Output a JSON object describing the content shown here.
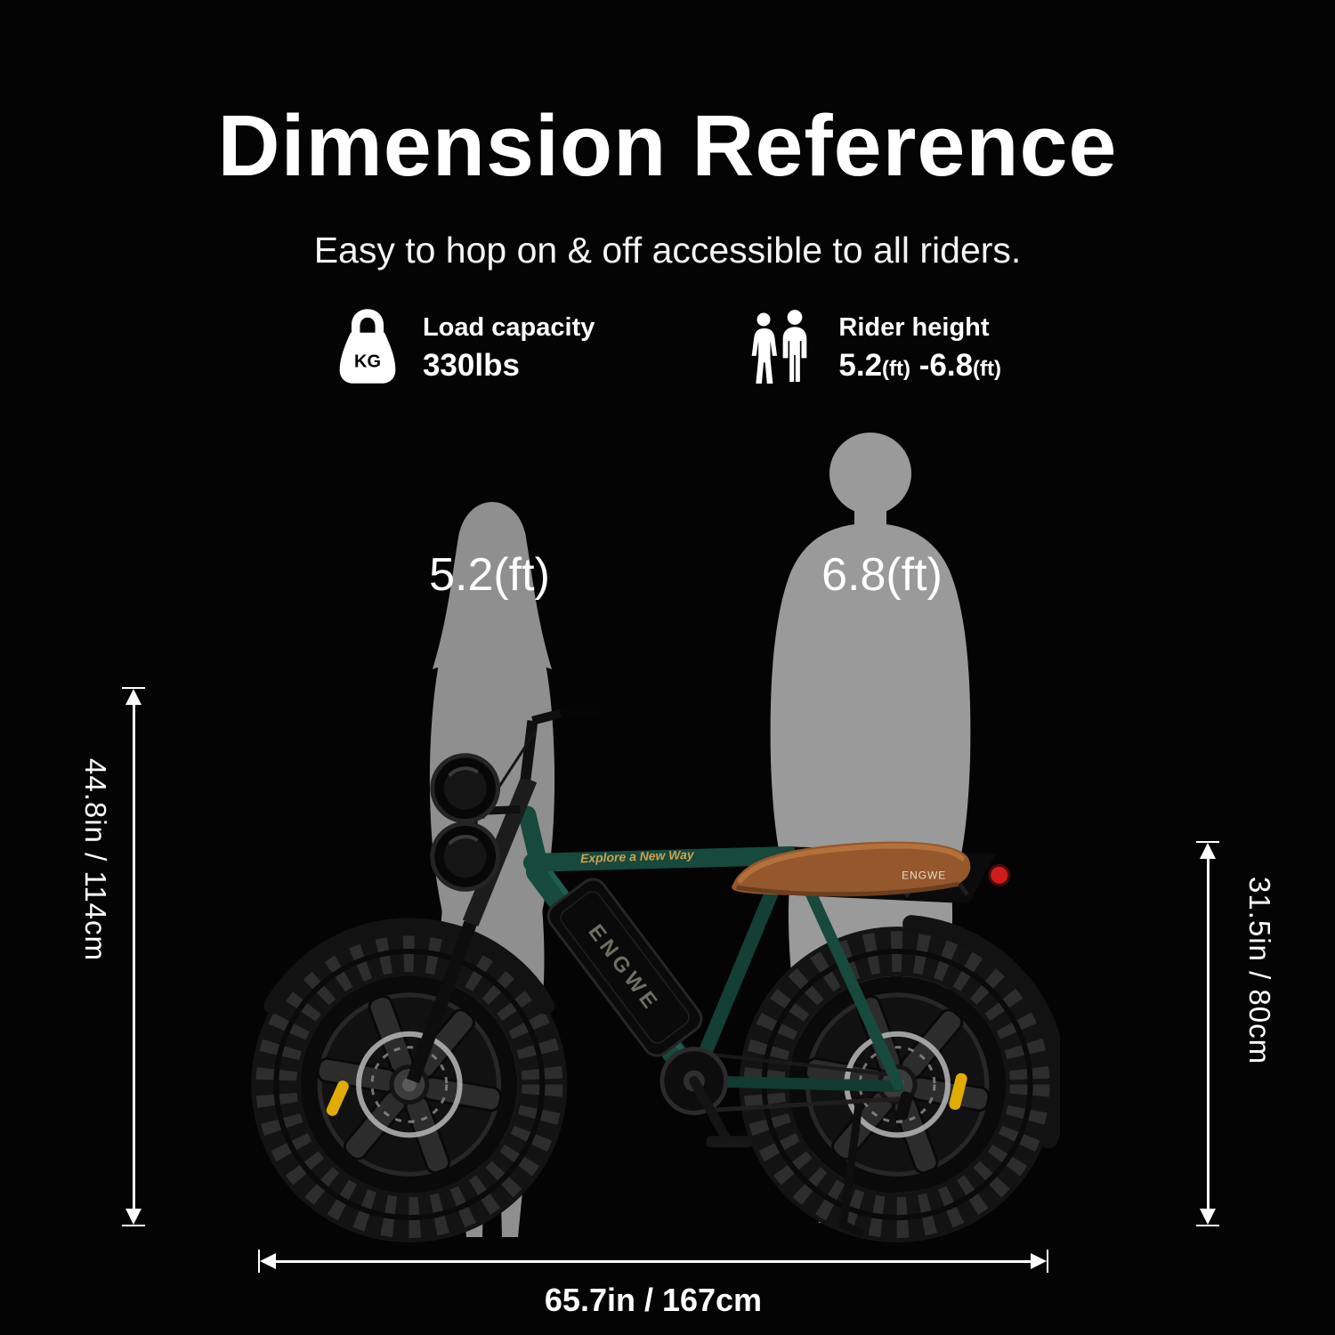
{
  "title": "Dimension Reference",
  "subtitle": "Easy to hop on & off accessible to all riders.",
  "specs": {
    "load_capacity": {
      "icon_text": "KG",
      "label": "Load capacity",
      "value": "330lbs"
    },
    "rider_height": {
      "label": "Rider height",
      "value_min": "5.2",
      "value_min_unit": "(ft)",
      "value_sep": " -",
      "value_max": "6.8",
      "value_max_unit": "(ft)"
    }
  },
  "silhouettes": {
    "female": {
      "label": "5.2(ft)"
    },
    "male": {
      "label": "6.8(ft)"
    },
    "color": "#969696"
  },
  "dimensions": {
    "overall_height": "44.8in / 114cm",
    "seat_height": "31.5in / 80cm",
    "overall_length": "65.7in / 167cm"
  },
  "bike": {
    "brand": "ENGWE",
    "frame_decal": "Explore a New Way",
    "seat_brand": "ENGWE",
    "colors": {
      "frame_green": "#17493c",
      "seat_brown": "#94582c",
      "reflector_yellow": "#e0ac04",
      "taillight_red": "#cf1d1d",
      "silhouette_gray": "#969696"
    }
  }
}
